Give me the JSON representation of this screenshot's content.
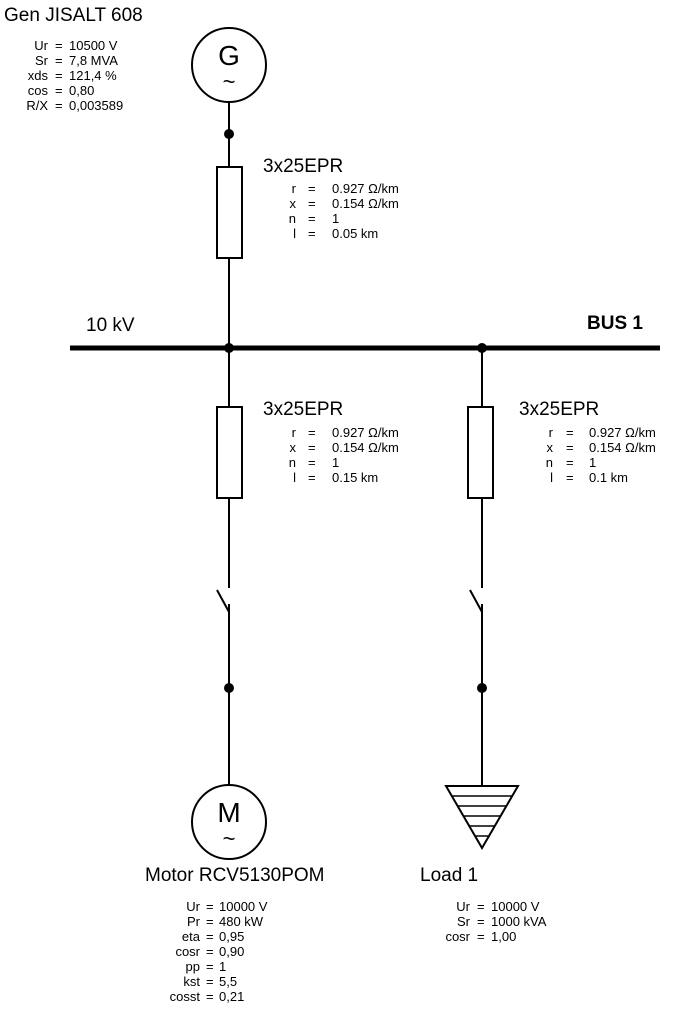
{
  "generator": {
    "title": "Gen JISALT 608",
    "symbol": "G",
    "tilde": "~",
    "params": [
      {
        "key": "Ur",
        "value": "10500 V"
      },
      {
        "key": "Sr",
        "value": "7,8 MVA"
      },
      {
        "key": "xds",
        "value": "121,4 %"
      },
      {
        "key": "cos",
        "value": "0,80"
      },
      {
        "key": "R/X",
        "value": "0,003589"
      }
    ]
  },
  "cable_gen": {
    "title": "3x25EPR",
    "params": [
      {
        "key": "r",
        "value": "0.927 Ω/km"
      },
      {
        "key": "x",
        "value": "0.154 Ω/km"
      },
      {
        "key": "n",
        "value": "1"
      },
      {
        "key": "l",
        "value": "0.05 km"
      }
    ]
  },
  "bus": {
    "voltage": "10 kV",
    "name": "BUS 1"
  },
  "cable_motor": {
    "title": "3x25EPR",
    "params": [
      {
        "key": "r",
        "value": "0.927 Ω/km"
      },
      {
        "key": "x",
        "value": "0.154 Ω/km"
      },
      {
        "key": "n",
        "value": "1"
      },
      {
        "key": "l",
        "value": "0.15 km"
      }
    ]
  },
  "cable_load": {
    "title": "3x25EPR",
    "params": [
      {
        "key": "r",
        "value": "0.927 Ω/km"
      },
      {
        "key": "x",
        "value": "0.154 Ω/km"
      },
      {
        "key": "n",
        "value": "1"
      },
      {
        "key": "l",
        "value": "0.1 km"
      }
    ]
  },
  "motor": {
    "title": "Motor RCV5130POM",
    "symbol": "M",
    "tilde": "~",
    "params": [
      {
        "key": "Ur",
        "value": "10000 V"
      },
      {
        "key": "Pr",
        "value": "480 kW"
      },
      {
        "key": "eta",
        "value": "0,95"
      },
      {
        "key": "cosr",
        "value": "0,90"
      },
      {
        "key": "pp",
        "value": "1"
      },
      {
        "key": "kst",
        "value": "5,5"
      },
      {
        "key": "cosst",
        "value": "0,21"
      }
    ]
  },
  "load": {
    "title": "Load 1",
    "params": [
      {
        "key": "Ur",
        "value": "10000 V"
      },
      {
        "key": "Sr",
        "value": "1000 kVA"
      },
      {
        "key": "cosr",
        "value": "1,00"
      }
    ]
  }
}
